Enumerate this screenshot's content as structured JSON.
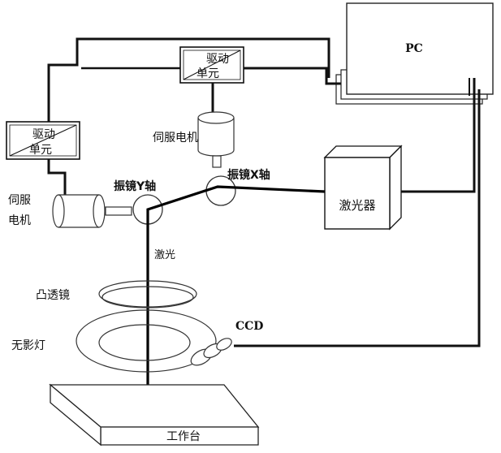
{
  "labels": {
    "pc": "PC",
    "drive_unit_top_line1": "驱动",
    "drive_unit_top_line2": "单元",
    "drive_unit_left_line1": "驱动",
    "drive_unit_left_line2": "单元",
    "servo_motor_top": "伺服电机",
    "servo_motor_left_line1": "伺服",
    "servo_motor_left_line2": "电机",
    "galvo_y": "振镜Y轴",
    "galvo_x": "振镜X轴",
    "laser_device": "激光器",
    "laser_beam": "激光",
    "convex_lens": "凸透镜",
    "shadowless_lamp": "无影灯",
    "ccd": "CCD",
    "worktable": "工作台"
  }
}
